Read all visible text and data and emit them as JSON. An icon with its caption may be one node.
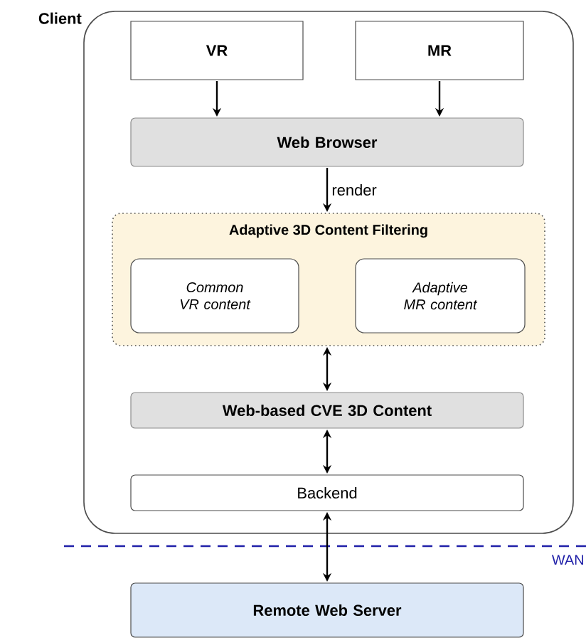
{
  "diagram": {
    "nodes": [
      {
        "text": [
          "Client"
        ]
      },
      {
        "text": [
          "VR"
        ],
        "in": 0
      },
      {
        "text": [
          "MR"
        ],
        "in": 0
      },
      {
        "text": [
          "Web Browser"
        ],
        "in": 0
      },
      {
        "text": [
          "Adaptive 3D Content Filtering"
        ],
        "in": 0
      },
      {
        "text": [
          "Common VR content"
        ],
        "in": 4
      },
      {
        "text": [
          "Adaptive MR content"
        ],
        "in": 4
      },
      {
        "text": [
          "Web-based CVE 3D Content"
        ],
        "in": 0
      },
      {
        "text": [
          "Backend"
        ],
        "in": 0
      },
      {
        "text": [
          "Remote Web Server"
        ]
      }
    ],
    "edges": [
      {
        "from": 1,
        "to": 3,
        "arrow": "to"
      },
      {
        "from": 2,
        "to": 3,
        "arrow": "to"
      },
      {
        "from": 3,
        "to": 4,
        "arrow": "to",
        "label": "render"
      },
      {
        "from": 4,
        "to": 7,
        "arrow": "both"
      },
      {
        "from": 7,
        "to": 8,
        "arrow": "both"
      },
      {
        "from": 8,
        "to": 9,
        "arrow": "both"
      }
    ],
    "labels": [
      "WAN"
    ]
  }
}
